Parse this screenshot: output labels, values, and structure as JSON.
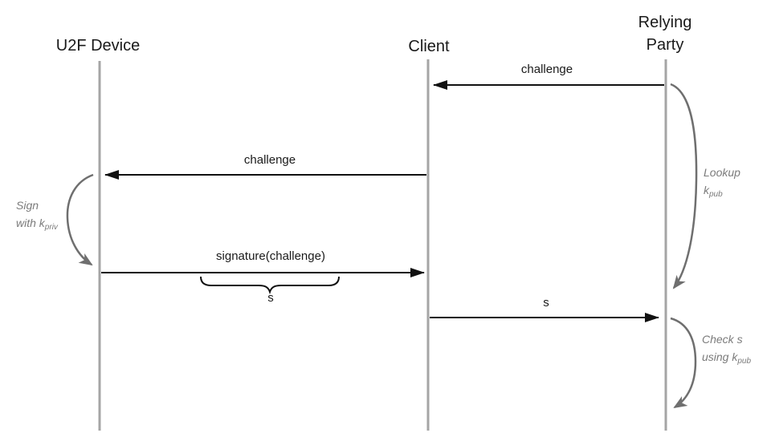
{
  "diagram_type": "sequence-diagram",
  "actors": {
    "u2f_device": "U2F Device",
    "client": "Client",
    "relying_party": "Relying Party"
  },
  "messages": {
    "challenge_rp_to_client": "challenge",
    "challenge_client_to_device": "challenge",
    "signature_device_to_client": "signature(challenge)",
    "signature_brace_label": "s",
    "s_client_to_rp": "s"
  },
  "notes": {
    "sign": {
      "line1": "Sign",
      "line2": "with k",
      "line2_sub": "priv"
    },
    "lookup": {
      "line1": "Lookup",
      "line2": "k",
      "line2_sub": "pub"
    },
    "check": {
      "line1": "Check s",
      "line2": "using k",
      "line2_sub": "pub"
    }
  },
  "colors": {
    "background": "#ffffff",
    "lifeline": "#a5a5a5",
    "message_arrow": "#111111",
    "note_arrow": "#6f6f6f",
    "note_text": "#7b7b7b",
    "label_text": "#1a1a1a"
  }
}
